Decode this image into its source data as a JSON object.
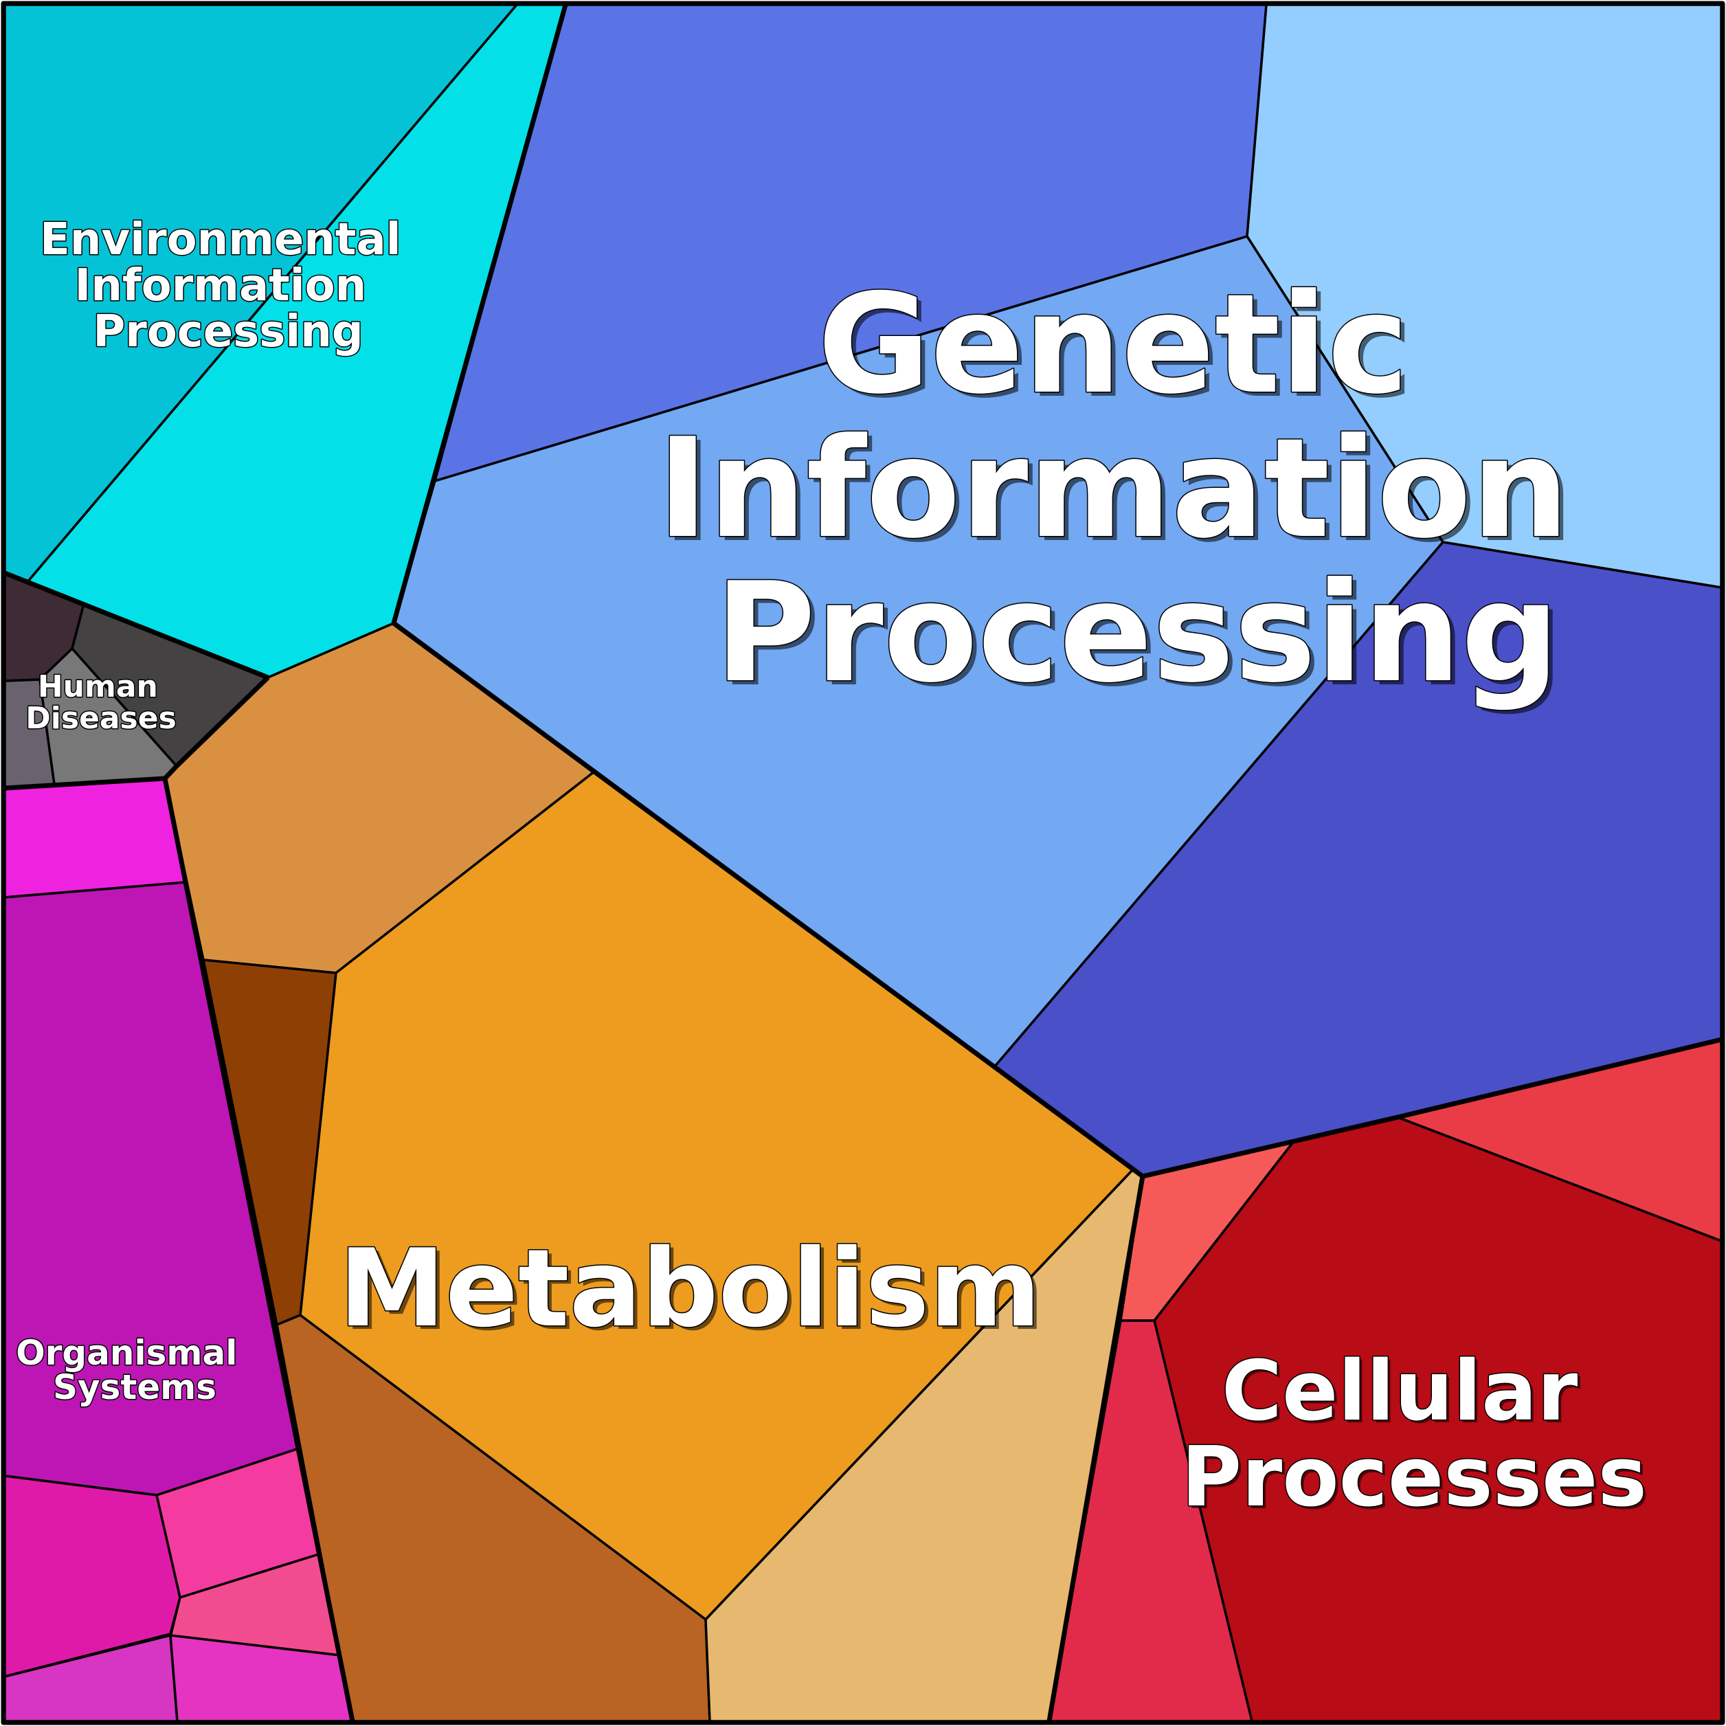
{
  "groups": [
    {
      "id": "environmental",
      "label_lines": [
        "Environmental",
        "Information",
        "Processing"
      ]
    },
    {
      "id": "genetic",
      "label_lines": [
        "Genetic",
        "Information",
        "Processing"
      ]
    },
    {
      "id": "human",
      "label_lines": [
        "Human",
        "Diseases"
      ]
    },
    {
      "id": "metabolism",
      "label_lines": [
        "Metabolism"
      ]
    },
    {
      "id": "organismal",
      "label_lines": [
        "Organismal",
        "Systems"
      ]
    },
    {
      "id": "cellular",
      "label_lines": [
        "Cellular",
        "Processes"
      ]
    }
  ],
  "colors": {
    "environmental": [
      "#05c3d6",
      "#04e0e8"
    ],
    "genetic": [
      "#5a74e6",
      "#94ceff",
      "#73a8f2",
      "#4a50c8"
    ],
    "human": [
      "#3f2b35",
      "#444242",
      "#6b6270",
      "#787878"
    ],
    "metabolism": [
      "#d99141",
      "#ed9c1f",
      "#8e4004",
      "#b96422",
      "#e6b870"
    ],
    "organismal": [
      "#ef23df",
      "#bd16b5",
      "#e01aa8",
      "#f43b9f",
      "#f24c90",
      "#d636c2",
      "#e434c1"
    ],
    "cellular": [
      "#ea3c46",
      "#f55a58",
      "#b80c16",
      "#e22b4b"
    ],
    "border": "#000000",
    "label_fill": "#ffffff"
  }
}
